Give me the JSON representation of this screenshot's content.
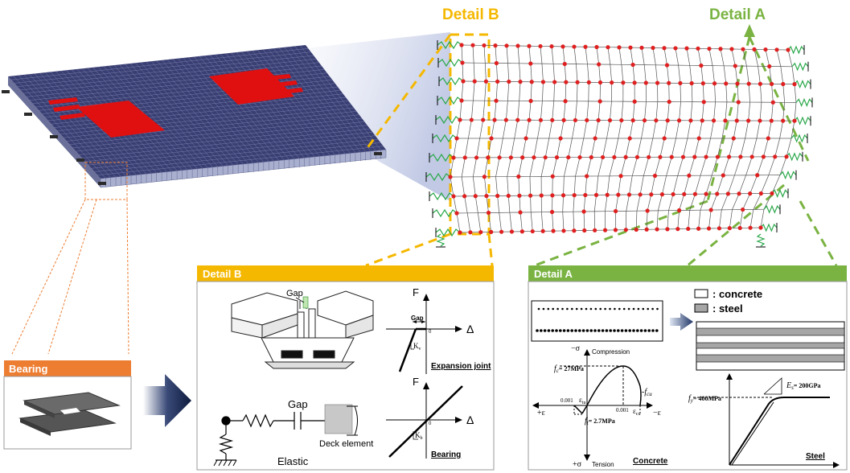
{
  "labels": {
    "detail_b_top": "Detail B",
    "detail_a_top": "Detail A",
    "bearing_header": "Bearing",
    "detail_b_header": "Detail B",
    "detail_a_header": "Detail A"
  },
  "detail_b": {
    "gap_top": "Gap",
    "gap_chart": "Gap",
    "gap_spring": "Gap",
    "force_axis": "F",
    "disp_axis": "Δ",
    "origin": "0",
    "kv": "K",
    "kv_sub": "v",
    "kb": "K",
    "kb_sub": "b",
    "expansion_joint": "Expansion joint",
    "bearing_label": "Bearing",
    "deck_element": "Deck element",
    "elastic": "Elastic"
  },
  "detail_a": {
    "legend_concrete": ": concrete",
    "legend_steel": ": steel",
    "concrete": {
      "neg_sigma": "−σ",
      "compression": "Compression",
      "fc": "f",
      "fc_sub": "c",
      "fc_val": "= 27MPa",
      "ft": "f",
      "ft_sub": "t",
      "ft_val": "= 2.7MPa",
      "fcu": "-f",
      "fcu_sub": "cu",
      "eps_tu": "ε",
      "eps_tu_sub": "tu",
      "eps_cu": "ε",
      "eps_cu_sub": "cu",
      "val_0001_left": "0.001",
      "val_0001_right": "0.001",
      "plus_eps": "+ε",
      "minus_eps": "−ε",
      "plus_sigma": "+σ",
      "tension": "Tension",
      "title": "Concrete"
    },
    "steel": {
      "fy": "f",
      "fy_sub": "y",
      "fy_val": "= 400MPa",
      "es": "E",
      "es_sub": "s",
      "es_val": "= 200GPa",
      "title": "Steel"
    }
  },
  "colors": {
    "detail_b": "#f5b800",
    "detail_a": "#7ab342",
    "bearing": "#ed7d31",
    "deck_blue": "#3a3f73",
    "patch_red": "#e01010",
    "node_red": "#e02020",
    "spring_green": "#2aa84a"
  }
}
